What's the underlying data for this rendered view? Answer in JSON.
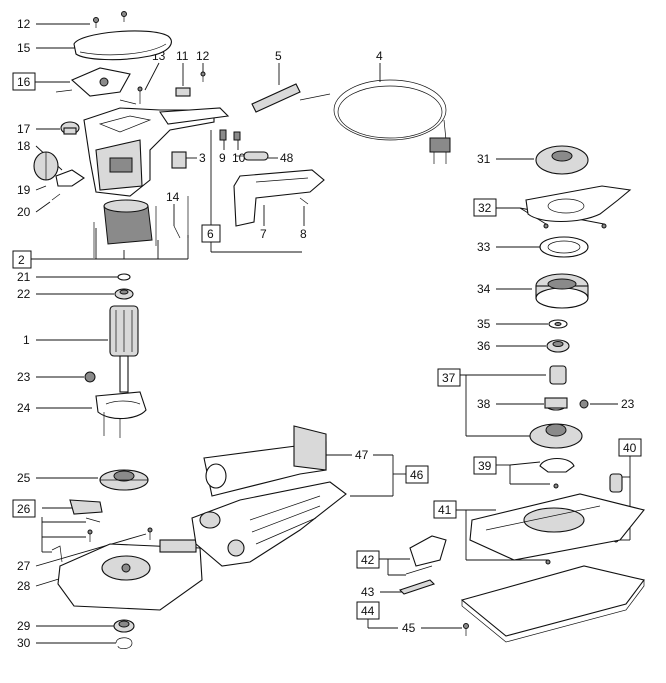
{
  "labels": {
    "l1": "1",
    "l2": "2",
    "l3": "3",
    "l4": "4",
    "l5": "5",
    "l6": "6",
    "l7": "7",
    "l8": "8",
    "l9": "9",
    "l10": "10",
    "l11": "11",
    "l12a": "12",
    "l12b": "12",
    "l13": "13",
    "l14": "14",
    "l15": "15",
    "l16": "16",
    "l17": "17",
    "l18": "18",
    "l19": "19",
    "l20": "20",
    "l21": "21",
    "l22": "22",
    "l23a": "23",
    "l23b": "23",
    "l24": "24",
    "l25": "25",
    "l26": "26",
    "l27": "27",
    "l28": "28",
    "l29": "29",
    "l30": "30",
    "l31": "31",
    "l32": "32",
    "l33": "33",
    "l34": "34",
    "l35": "35",
    "l36": "36",
    "l37": "37",
    "l38": "38",
    "l39": "39",
    "l40": "40",
    "l41": "41",
    "l42": "42",
    "l43": "43",
    "l44": "44",
    "l45": "45",
    "l46": "46",
    "l47": "47",
    "l48": "48"
  },
  "boxed_labels": [
    "2",
    "6",
    "16",
    "26",
    "32",
    "37",
    "39",
    "40",
    "41",
    "42",
    "44",
    "46"
  ],
  "colors": {
    "ink": "#111111",
    "paper": "#ffffff",
    "shade": "#d9d9d9",
    "dark": "#8a8a8a"
  }
}
